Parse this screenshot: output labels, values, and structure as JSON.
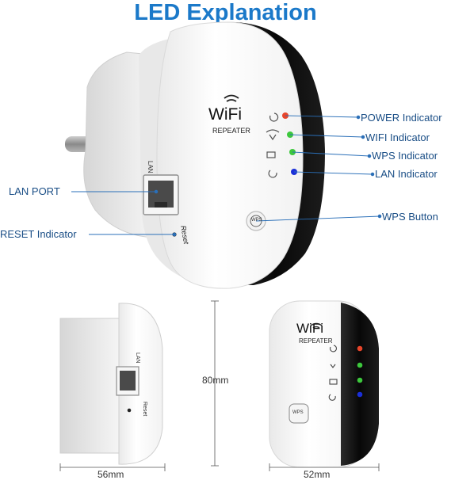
{
  "title": "LED Explanation",
  "callouts": {
    "power": "POWER Indicator",
    "wifi": "WIFI Indicator",
    "wps": "WPS Indicator",
    "lan": "LAN Indicator",
    "wps_button": "WPS Button",
    "lan_port": "LAN PORT",
    "reset": "RESET Indicator"
  },
  "device_text": {
    "brand": "WiFi",
    "model": "REPEATER",
    "lan_label": "LAN",
    "reset_label": "Reset",
    "wps_label": "WPS"
  },
  "dimensions": {
    "height": "80mm",
    "depth": "56mm",
    "width": "52mm"
  },
  "led_colors": {
    "power": "#e8452a",
    "wifi": "#3dc83d",
    "wps": "#3dc83d",
    "lan": "#1a2fd8"
  },
  "accent_color": "#1b79c9"
}
